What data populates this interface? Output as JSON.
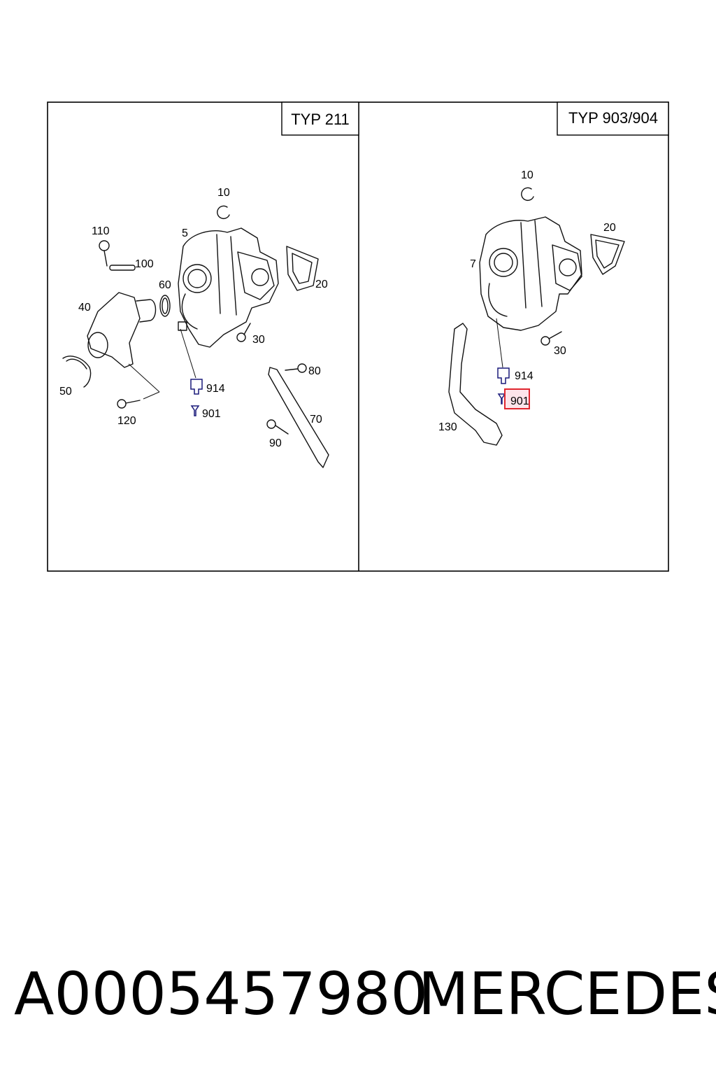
{
  "panels": [
    {
      "title": "TYP 211",
      "callouts": [
        "110",
        "100",
        "5",
        "10",
        "60",
        "40",
        "20",
        "30",
        "50",
        "914",
        "120",
        "901",
        "80",
        "70",
        "90"
      ]
    },
    {
      "title": "TYP 903/904",
      "callouts": [
        "10",
        "20",
        "7",
        "30",
        "914",
        "901",
        "130"
      ]
    }
  ],
  "highlighted_callout": "901",
  "caption": {
    "part_number": "A0005457980",
    "brand": "MERCEDES"
  }
}
